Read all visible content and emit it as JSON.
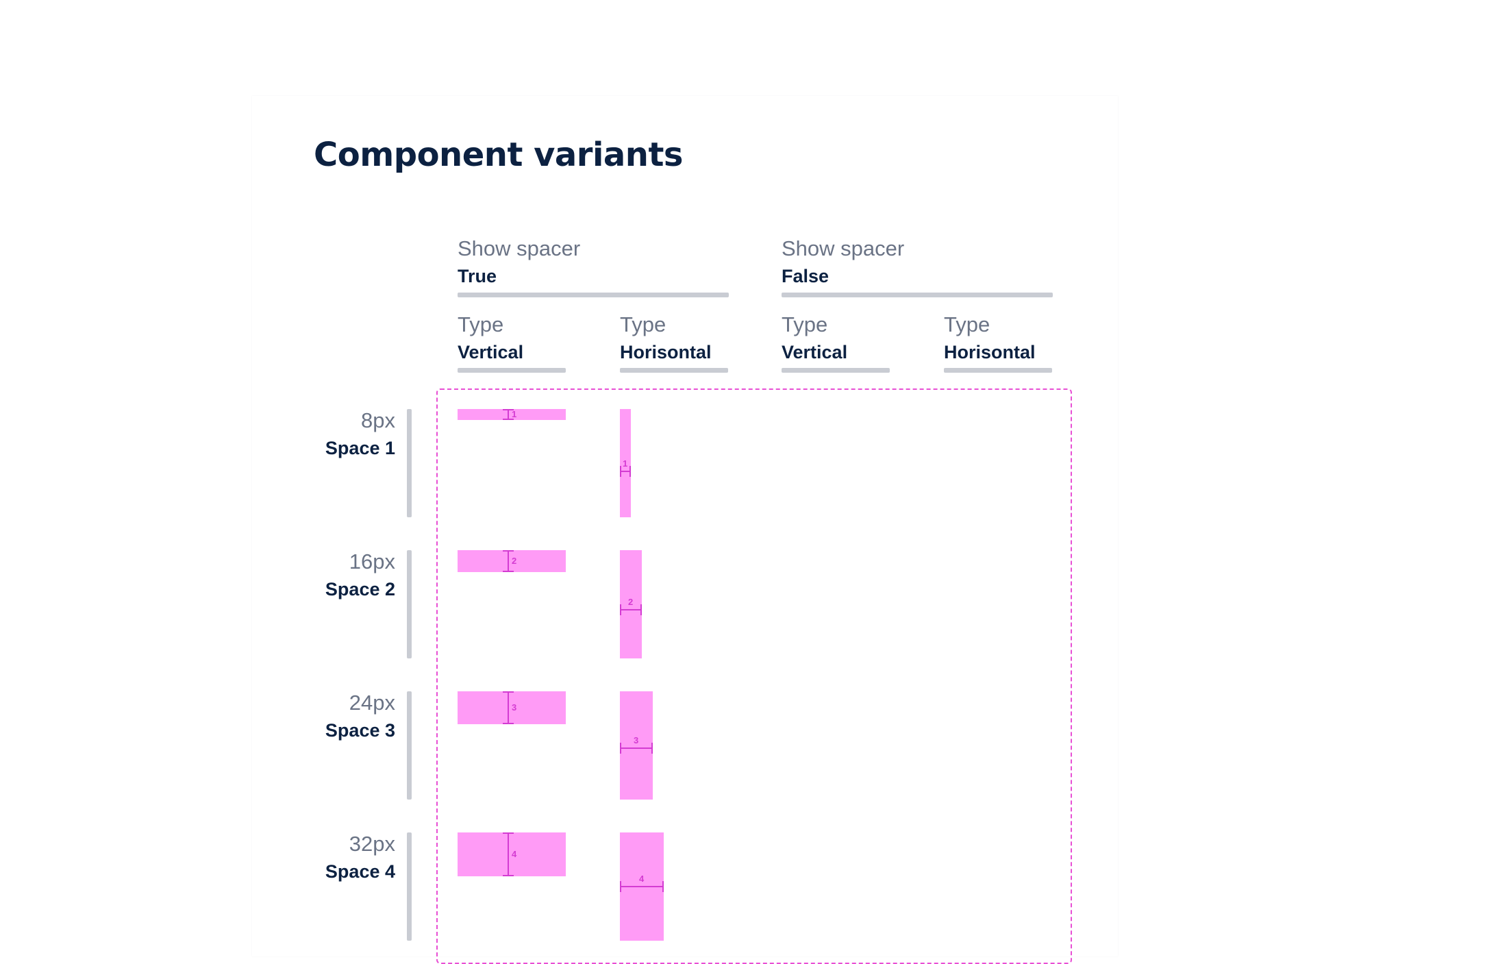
{
  "title": "Component variants",
  "columns": {
    "show_spacer_true": {
      "label": "Show spacer",
      "value": "True"
    },
    "show_spacer_false": {
      "label": "Show spacer",
      "value": "False"
    },
    "types": [
      {
        "label": "Type",
        "value": "Vertical"
      },
      {
        "label": "Type",
        "value": "Horisontal"
      },
      {
        "label": "Type",
        "value": "Vertical"
      },
      {
        "label": "Type",
        "value": "Horisontal"
      }
    ]
  },
  "rows": [
    {
      "px": "8px",
      "name": "Space 1",
      "index": "1",
      "size": 8
    },
    {
      "px": "16px",
      "name": "Space 2",
      "index": "2",
      "size": 16
    },
    {
      "px": "24px",
      "name": "Space 3",
      "index": "3",
      "size": 24
    },
    {
      "px": "32px",
      "name": "Space 4",
      "index": "4",
      "size": 32
    }
  ],
  "colors": {
    "spacer_fill": "#ff9bf6",
    "measure_line": "#d43cd2",
    "frame_border": "#e84fd4",
    "heading_text": "#0c2141",
    "muted_text": "#6a7385",
    "divider": "#c9ccd3"
  }
}
